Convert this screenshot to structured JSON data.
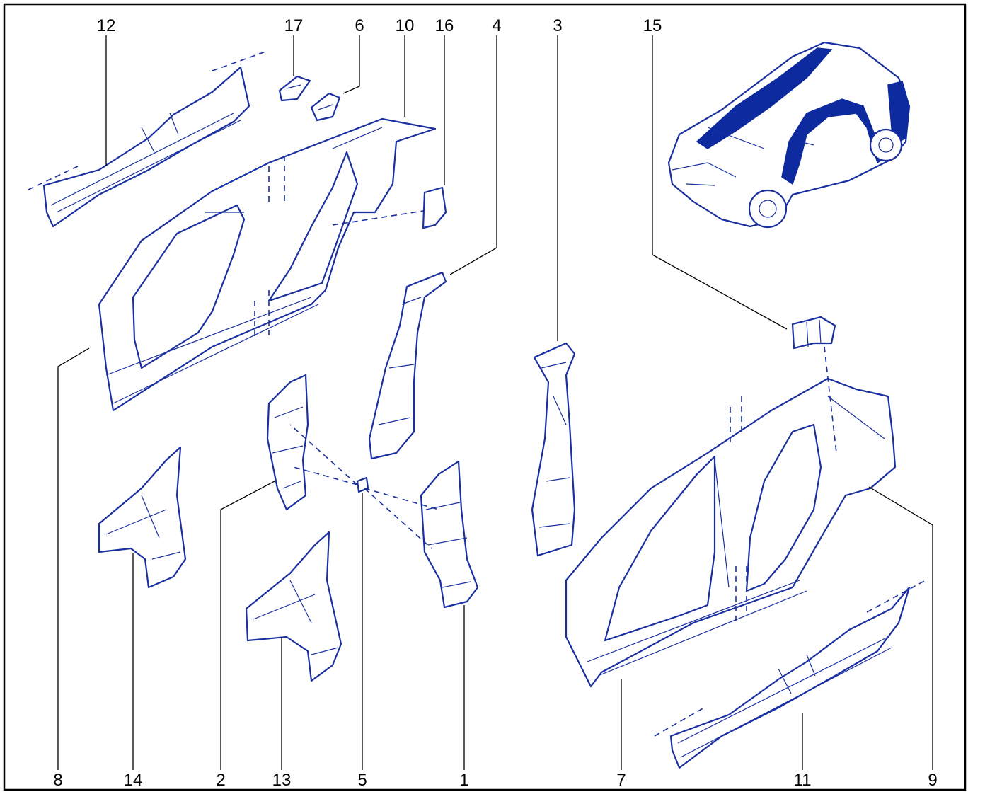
{
  "diagram": {
    "top_labels": [
      "12",
      "17",
      "6",
      "10",
      "16",
      "4",
      "3",
      "15"
    ],
    "bottom_labels": [
      "8",
      "14",
      "2",
      "13",
      "5",
      "1",
      "7",
      "11",
      "9"
    ]
  },
  "colors": {
    "line": "#1a2fa0",
    "fill": "#0d2a9e",
    "frame": "#000000"
  }
}
